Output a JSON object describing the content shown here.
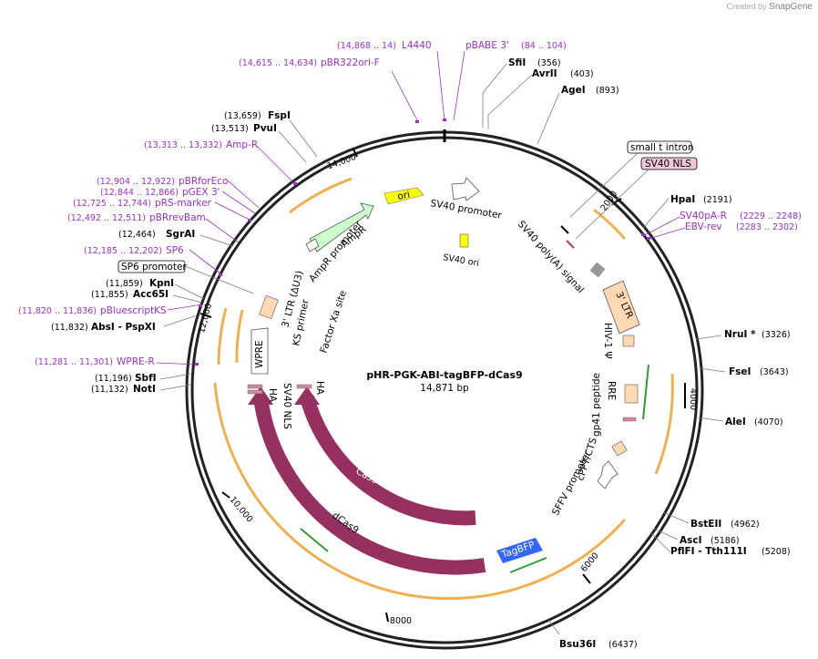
{
  "app": {
    "credit_prefix": "Created by",
    "credit_brand": "SnapGene"
  },
  "plasmid": {
    "name": "pHR-PGK-ABI-tagBFP-dCas9",
    "length_label": "14,871 bp",
    "total_bp": 14871
  },
  "ticks": [
    {
      "bp": 2000,
      "label": "2000"
    },
    {
      "bp": 4000,
      "label": "4000"
    },
    {
      "bp": 6000,
      "label": "6000"
    },
    {
      "bp": 8000,
      "label": "8000"
    },
    {
      "bp": 10000,
      "label": "10,000"
    },
    {
      "bp": 12000,
      "label": "12,000"
    },
    {
      "bp": 14000,
      "label": "14,000"
    }
  ],
  "enzymes_right": [
    {
      "name": "SfiI",
      "pos": "(356)"
    },
    {
      "name": "AvrII",
      "pos": "(403)"
    },
    {
      "name": "AgeI",
      "pos": "(893)"
    },
    {
      "name": "HpaI",
      "pos": "(2191)"
    },
    {
      "name": "NruI *",
      "pos": "(3326)"
    },
    {
      "name": "FseI",
      "pos": "(3643)"
    },
    {
      "name": "AleI",
      "pos": "(4070)"
    },
    {
      "name": "BstEII",
      "pos": "(4962)"
    },
    {
      "name": "AscI",
      "pos": "(5186)"
    },
    {
      "name": "PflFI - Tth111I",
      "pos": "(5208)"
    },
    {
      "name": "Bsu36I",
      "pos": "(6437)"
    }
  ],
  "enzymes_left": [
    {
      "name": "FspI",
      "pos": "(13,659)"
    },
    {
      "name": "PvuI",
      "pos": "(13,513)"
    },
    {
      "name": "SgrAI",
      "pos": "(12,464)"
    },
    {
      "name": "KpnI",
      "pos": "(11,859)"
    },
    {
      "name": "Acc65I",
      "pos": "(11,855)"
    },
    {
      "name": "AbsI - PspXI",
      "pos": "(11,832)"
    },
    {
      "name": "SbfI",
      "pos": "(11,196)"
    },
    {
      "name": "NotI",
      "pos": "(11,132)"
    }
  ],
  "primers_left": [
    {
      "name": "L4440",
      "pos": "(14,868 .. 14)"
    },
    {
      "name": "pBR322ori-F",
      "pos": "(14,615 .. 14,634)"
    },
    {
      "name": "Amp-R",
      "pos": "(13,313 .. 13,332)"
    },
    {
      "name": "pBRforEco",
      "pos": "(12,904 .. 12,922)"
    },
    {
      "name": "pGEX 3'",
      "pos": "(12,844 .. 12,866)"
    },
    {
      "name": "pRS-marker",
      "pos": "(12,725 .. 12,744)"
    },
    {
      "name": "pBRrevBam",
      "pos": "(12,492 .. 12,511)"
    },
    {
      "name": "SP6",
      "pos": "(12,185 .. 12,202)"
    },
    {
      "name": "pBluescriptKS",
      "pos": "(11,820 .. 11,836)"
    },
    {
      "name": "WPRE-R",
      "pos": "(11,281 .. 11,301)"
    }
  ],
  "primers_right": [
    {
      "name": "pBABE 3'",
      "pos": "(84 .. 104)"
    },
    {
      "name": "SV40pA-R",
      "pos": "(2229 .. 2248)"
    },
    {
      "name": "EBV-rev",
      "pos": "(2283 .. 2302)"
    }
  ],
  "boxed_features": {
    "small_t_intron": "small t intron",
    "sv40_nls": "SV40 NLS",
    "sp6_promoter": "SP6 promoter"
  },
  "features": {
    "ori": "ori",
    "sv40_promoter": "SV40 promoter",
    "sv40_ori": "SV40 ori",
    "ampr": "AmpR",
    "ampr_promoter": "AmpR promoter",
    "sv40_polya": "SV40 poly(A) signal",
    "ltr3": "3' LTR",
    "hiv_psi": "HIV-1 Ψ",
    "rre": "RRE",
    "gp41": "gp41 peptide",
    "cppt": "cPPT/CTS",
    "sffv": "SFFV promoter",
    "tagbfp": "TagBFP",
    "dcas9": "dCas9",
    "cas9": "Cas9",
    "ha1": "HA",
    "ha2": "HA",
    "sv40nls_inner": "SV40 NLS",
    "factor_xa": "Factor Xa site",
    "ks_primer": "KS primer",
    "ltr_du3": "3' LTR (ΔU3)",
    "wpre": "WPRE"
  },
  "colors": {
    "ori": "#ffff00",
    "ampr": "#ccffcc",
    "ltr": "#ffd9b3",
    "cas9": "#963060",
    "tagbfp": "#3366ff",
    "primer": "#9b30c8",
    "orf": "#f0b050"
  }
}
